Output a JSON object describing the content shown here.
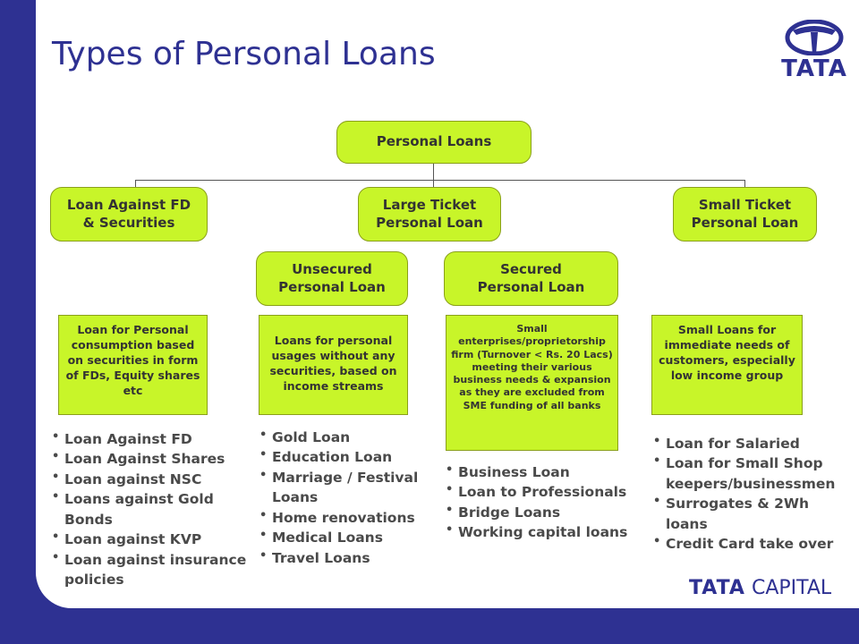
{
  "title": "Types of Personal Loans",
  "brand": {
    "top_word": "TATA",
    "bottom_word1": "TATA",
    "bottom_word2": "CAPITAL"
  },
  "colors": {
    "box_fill": "#c8f529",
    "brand_blue": "#2e3192",
    "text_grey": "#4a4a4a"
  },
  "root": "Personal Loans",
  "level1": {
    "fd": [
      "Loan Against FD",
      "& Securities"
    ],
    "large": [
      "Large Ticket",
      "Personal Loan"
    ],
    "small": [
      "Small Ticket",
      "Personal Loan"
    ]
  },
  "level2": {
    "unsecured": [
      "Unsecured",
      "Personal Loan"
    ],
    "secured": [
      "Secured",
      "Personal Loan"
    ]
  },
  "descriptions": {
    "fd": "Loan for Personal consumption based on securities in form of FDs, Equity shares etc",
    "unsecured": "Loans for personal usages without any securities, based on income streams",
    "secured": "Small enterprises/proprietorship firm (Turnover < Rs. 20 Lacs) meeting their various business needs & expansion as they are excluded from SME funding of all banks",
    "small": "Small Loans for immediate needs of customers, especially low income group"
  },
  "lists": {
    "fd": [
      "Loan Against FD",
      "Loan Against Shares",
      "Loan against NSC",
      "Loans against Gold Bonds",
      "Loan against KVP",
      "Loan against insurance policies"
    ],
    "unsecured": [
      "Gold Loan",
      "Education Loan",
      "Marriage / Festival Loans",
      "Home renovations",
      "Medical Loans",
      "Travel Loans"
    ],
    "secured": [
      "Business Loan",
      "Loan to Professionals",
      "Bridge Loans",
      "Working capital loans"
    ],
    "small": [
      "Loan for Salaried",
      "Loan for Small Shop keepers/businessmen",
      "Surrogates & 2Wh loans",
      "Credit Card take over"
    ]
  }
}
